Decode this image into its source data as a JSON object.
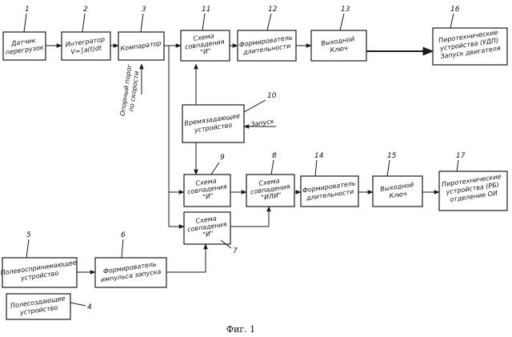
{
  "blocks": [
    {
      "id": "b1",
      "number": "1",
      "lines": [
        "Датчик",
        "перегрузок"
      ]
    },
    {
      "id": "b2",
      "number": "2",
      "lines": [
        "Интегратор",
        "V=∫a(t)dt"
      ]
    },
    {
      "id": "b3",
      "number": "3",
      "lines": [
        "Компаратор"
      ]
    },
    {
      "id": "b11",
      "number": "11",
      "lines": [
        "Схема",
        "совпадения",
        "\"И\""
      ]
    },
    {
      "id": "b12",
      "number": "12",
      "lines": [
        "Формирователь",
        "длительности"
      ]
    },
    {
      "id": "b13",
      "number": "13",
      "lines": [
        "Выходной",
        "Ключ"
      ]
    },
    {
      "id": "b16",
      "number": "16",
      "lines": [
        "Пиротехнические",
        "устройства (УДП)",
        "Запуск двигателя"
      ]
    },
    {
      "id": "b10",
      "number": "10",
      "lines": [
        "Времязадающее",
        "устройство"
      ]
    },
    {
      "id": "b9",
      "number": "9",
      "lines": [
        "Схема",
        "совпадения",
        "\"И\""
      ]
    },
    {
      "id": "b8",
      "number": "8",
      "lines": [
        "Схема",
        "совпадения",
        "\"ИЛИ\""
      ]
    },
    {
      "id": "b14",
      "number": "14",
      "lines": [
        "Формирователь",
        "длительности"
      ]
    },
    {
      "id": "b15",
      "number": "15",
      "lines": [
        "Выходной",
        "Ключ"
      ]
    },
    {
      "id": "b17",
      "number": "17",
      "lines": [
        "Пиротехнические",
        "устройства (РБ)",
        "отделение ОИ"
      ]
    },
    {
      "id": "b7",
      "number": "7",
      "lines": [
        "Схема",
        "совпадения",
        "\"И\""
      ]
    },
    {
      "id": "b5",
      "number": "5",
      "lines": [
        "Полевоспринимающее",
        "устройство"
      ]
    },
    {
      "id": "b6",
      "number": "6",
      "lines": [
        "Формирователь",
        "импульса запуска"
      ]
    },
    {
      "id": "b4",
      "number": "4",
      "lines": [
        "Полесоздающее",
        "устройство"
      ]
    }
  ],
  "labels": {
    "speed_threshold": [
      "Опорный порог",
      "по скорости"
    ],
    "launch": "Запуск"
  },
  "caption": "Фиг. 1"
}
